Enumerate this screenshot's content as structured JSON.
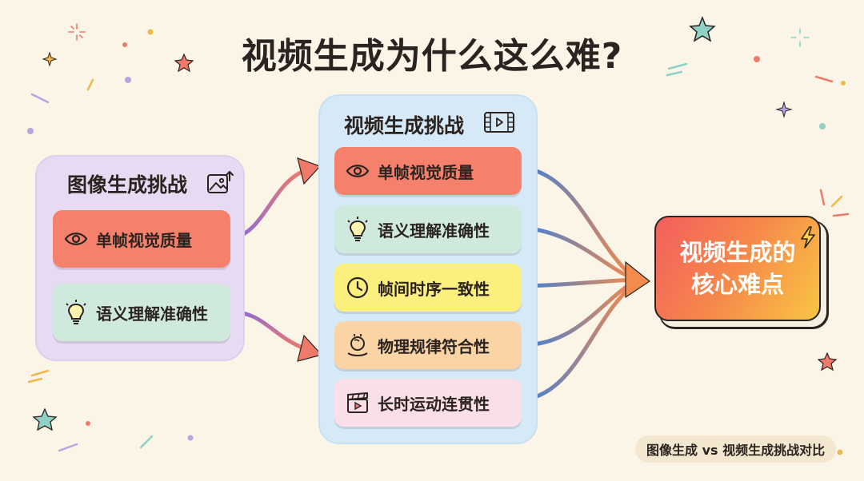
{
  "title": "视频生成为什么这么难?",
  "image_panel": {
    "title": "图像生成挑战",
    "title_icon": "image-upload-icon",
    "items": [
      {
        "label": "单帧视觉质量",
        "icon": "eye-icon",
        "color": "#f5806b"
      },
      {
        "label": "语义理解准确性",
        "icon": "lightbulb-icon",
        "color": "#cfeadc"
      }
    ]
  },
  "video_panel": {
    "title": "视频生成挑战",
    "title_icon": "video-icon",
    "items": [
      {
        "label": "单帧视觉质量",
        "icon": "eye-icon",
        "color": "#f5806b"
      },
      {
        "label": "语义理解准确性",
        "icon": "lightbulb-icon",
        "color": "#cfeadc"
      },
      {
        "label": "帧间时序一致性",
        "icon": "clock-icon",
        "color": "#fbf07e"
      },
      {
        "label": "物理规律符合性",
        "icon": "bouncing-ball-icon",
        "color": "#fbd4a6"
      },
      {
        "label": "长时运动连贯性",
        "icon": "clapperboard-icon",
        "color": "#fbdfe8"
      }
    ]
  },
  "core": {
    "line1": "视频生成的",
    "line2": "核心难点",
    "icon": "lightning-icon"
  },
  "badge": "图像生成 vs 视频生成挑战对比",
  "colors": {
    "background": "#fbf5e8",
    "left_panel": "#e6dbf2",
    "mid_panel": "#d6e9f6",
    "core_gradient": [
      "#f35e5e",
      "#f9c544"
    ]
  }
}
